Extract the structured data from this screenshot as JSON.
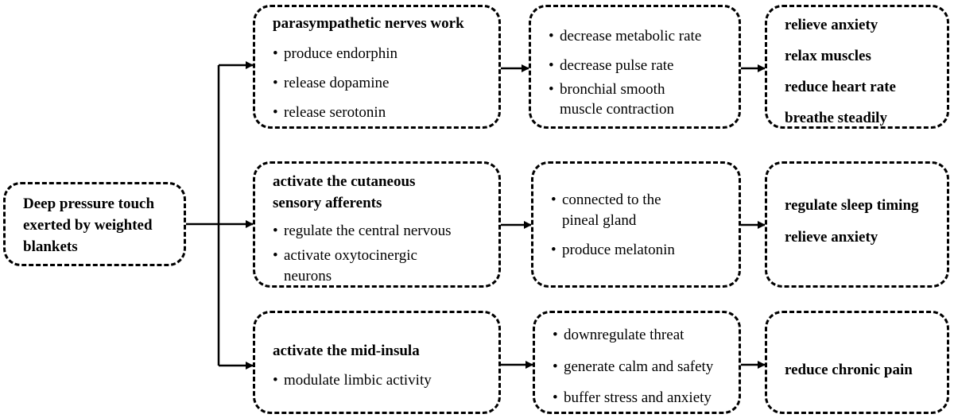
{
  "source": {
    "lines": [
      "Deep pressure touch",
      "exerted by weighted",
      "blankets"
    ]
  },
  "rows": [
    {
      "mechanism": {
        "heading": [
          "parasympathetic nerves work"
        ],
        "bullets": [
          [
            "produce endorphin"
          ],
          [
            "release dopamine"
          ],
          [
            "release serotonin"
          ]
        ]
      },
      "effects": {
        "bullets": [
          [
            "decrease metabolic rate"
          ],
          [
            "decrease pulse rate"
          ],
          [
            "bronchial smooth",
            "muscle contraction"
          ]
        ]
      },
      "outcomes": [
        "relieve anxiety",
        "relax muscles",
        "reduce heart rate",
        "breathe steadily"
      ]
    },
    {
      "mechanism": {
        "heading": [
          "activate the cutaneous",
          "sensory afferents"
        ],
        "bullets": [
          [
            "regulate the central nervous"
          ],
          [
            "activate oxytocinergic",
            "neurons"
          ]
        ]
      },
      "effects": {
        "bullets": [
          [
            "connected to the",
            "pineal gland"
          ],
          [
            "produce melatonin"
          ]
        ]
      },
      "outcomes": [
        "regulate sleep timing",
        "relieve anxiety"
      ]
    },
    {
      "mechanism": {
        "heading": [
          "activate the mid-insula"
        ],
        "bullets": [
          [
            "modulate limbic activity"
          ]
        ]
      },
      "effects": {
        "bullets": [
          [
            "downregulate threat"
          ],
          [
            "generate calm and safety"
          ],
          [
            "buffer stress and anxiety"
          ]
        ]
      },
      "outcomes": [
        "reduce chronic pain"
      ]
    }
  ],
  "glyphs": {
    "bullet": "•"
  }
}
